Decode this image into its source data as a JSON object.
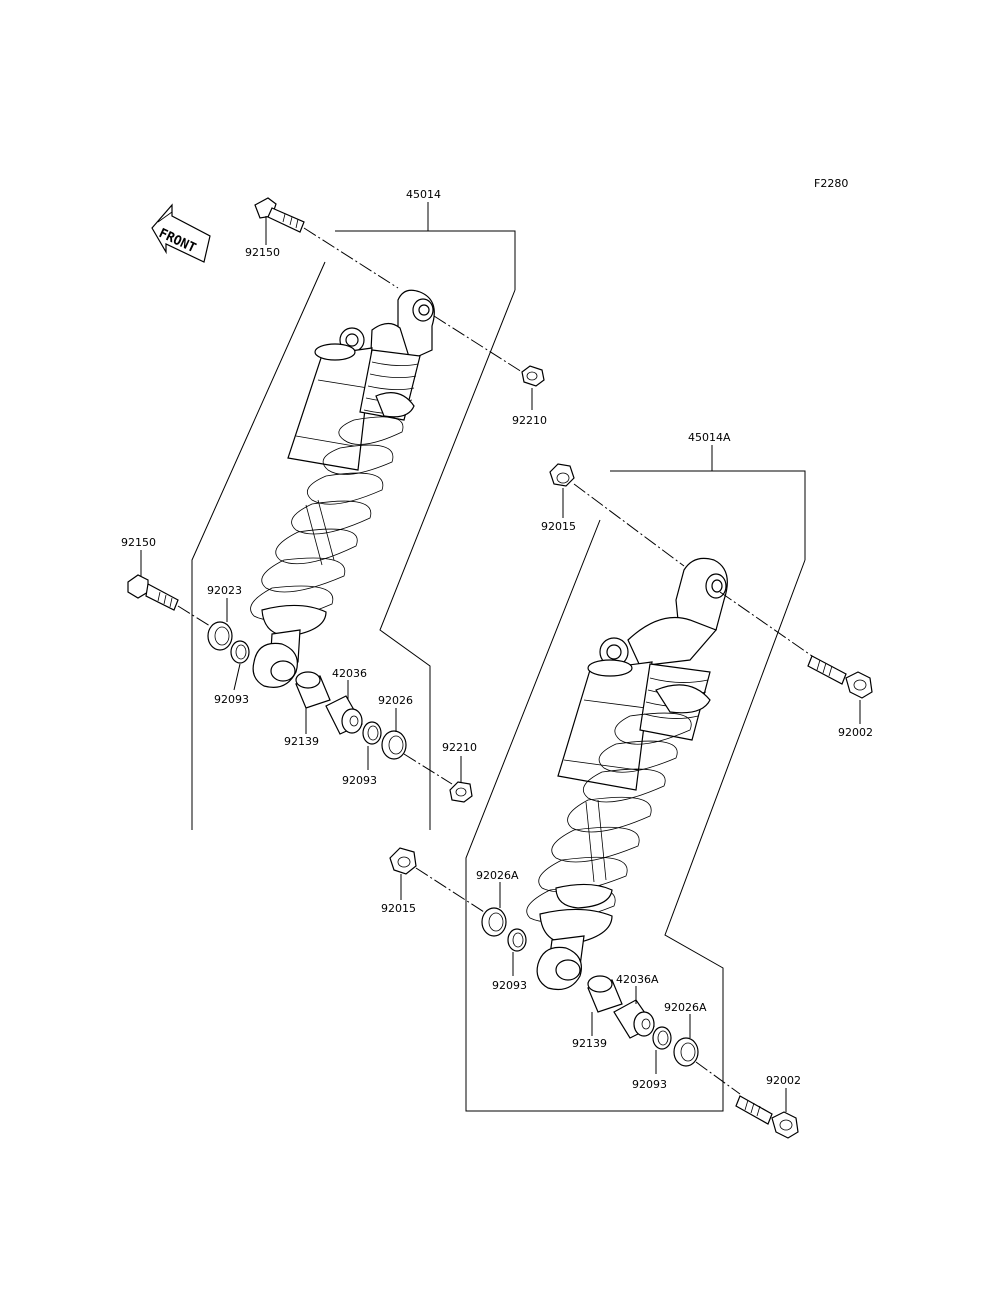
{
  "figure_code": "F2280",
  "front_arrow": {
    "text": "FRONT"
  },
  "labels": {
    "a_45014": "45014",
    "a_92150_top": "92150",
    "a_92210_top": "92210",
    "a_92150_left": "92150",
    "a_92023": "92023",
    "a_92093_a": "92093",
    "a_42036": "42036",
    "a_92139": "92139",
    "a_92026": "92026",
    "a_92093_b": "92093",
    "a_92210_b": "92210",
    "b_45014A": "45014A",
    "b_92015_top": "92015",
    "b_92002_right": "92002",
    "b_92015_left": "92015",
    "b_92026A_a": "92026A",
    "b_92093_a": "92093",
    "b_42036A": "42036A",
    "b_92026A_b": "92026A",
    "b_92139": "92139",
    "b_92093_b": "92093",
    "b_92002_bottom": "92002"
  }
}
